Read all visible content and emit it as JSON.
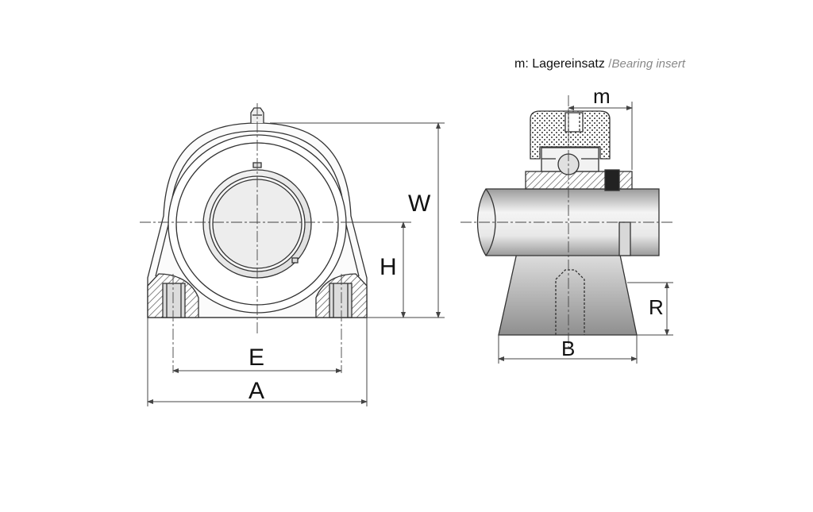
{
  "legend": {
    "text": "m: Lagereinsatz",
    "separator": "/",
    "translation": "Bearing insert"
  },
  "dimensions": {
    "W": "W",
    "H": "H",
    "E": "E",
    "A": "A",
    "m": "m",
    "R": "R",
    "B": "B"
  },
  "colors": {
    "line": "#333333",
    "dim_line": "#444444",
    "hatch": "#555555",
    "shade_dark": "#8a8a8a",
    "shade_light": "#f2f2f2"
  }
}
